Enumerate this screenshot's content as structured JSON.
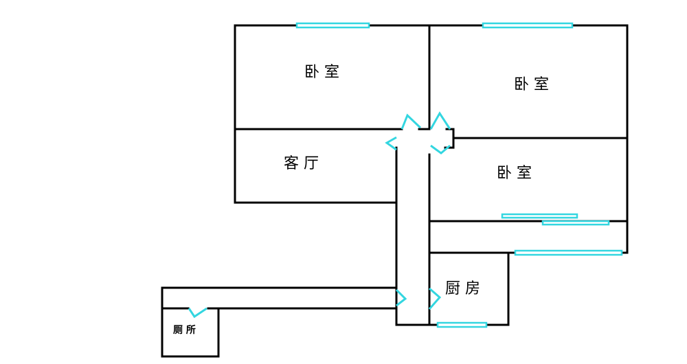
{
  "rooms": {
    "bedroom_1": "卧 室",
    "bedroom_2": "卧 室",
    "bedroom_3": "卧 室",
    "living_room": "客 厅",
    "kitchen": "厨 房",
    "toilet": "厕 所"
  },
  "colors": {
    "wall": "#000000",
    "window_door": "#33d6e0"
  }
}
